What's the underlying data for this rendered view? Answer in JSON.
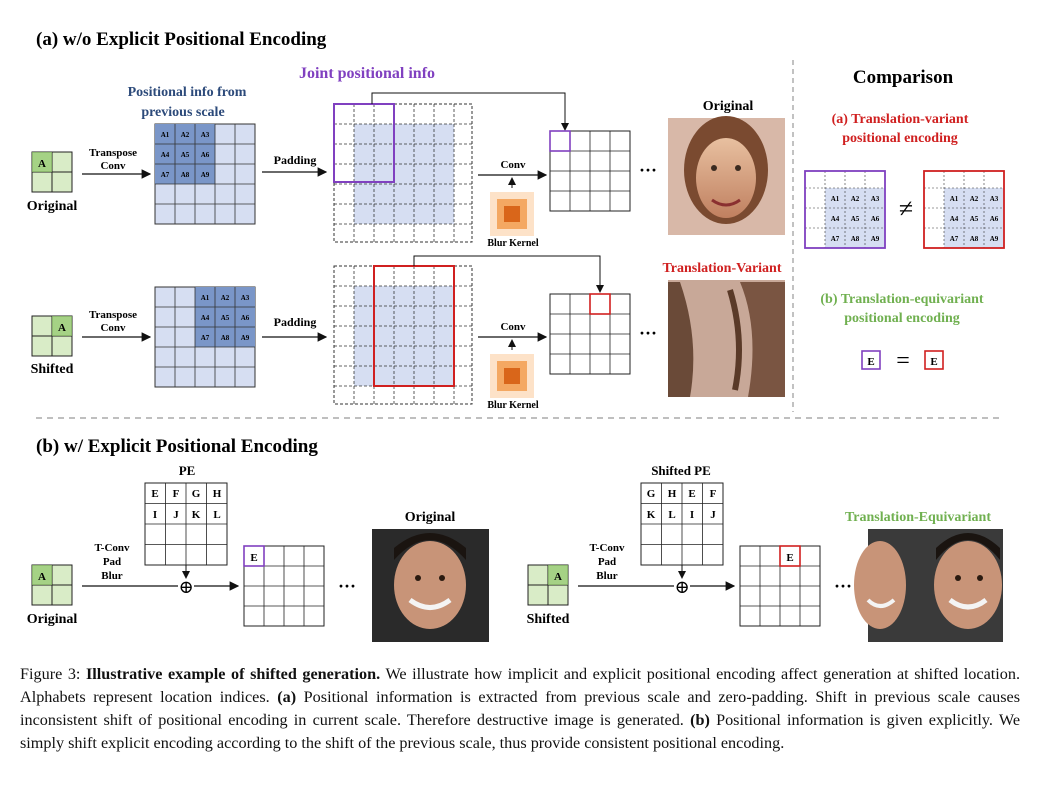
{
  "section_a": {
    "title": "(a) w/o Explicit Positional Encoding",
    "pos_info_line1": "Positional  info from",
    "pos_info_line2": "previous scale",
    "joint_pos": "Joint positional info",
    "transpose_conv_1": "Transpose",
    "transpose_conv_2": "Conv",
    "padding": "Padding",
    "conv": "Conv",
    "blur_kernel": "Blur Kernel",
    "original": "Original",
    "shifted": "Shifted",
    "result_original": "Original",
    "result_shifted": "Translation-Variant",
    "input_letter": "A",
    "dots": "···"
  },
  "cells": [
    "A1",
    "A2",
    "A3",
    "A4",
    "A5",
    "A6",
    "A7",
    "A8",
    "A9"
  ],
  "comparison": {
    "title": "Comparison",
    "variant_line1": "(a) Translation-variant",
    "variant_line2": "positional encoding",
    "neq": "≠",
    "equivariant_line1": "(b) Translation-equivariant",
    "equivariant_line2": "positional encoding",
    "eq": "=",
    "letter": "E"
  },
  "section_b": {
    "title": "(b) w/ Explicit Positional Encoding",
    "pe_label": "PE",
    "pe_row1": [
      "E",
      "F",
      "G",
      "H"
    ],
    "pe_row2": [
      "I",
      "J",
      "K",
      "L"
    ],
    "shifted_pe_label": "Shifted PE",
    "spe_row1": [
      "G",
      "H",
      "E",
      "F"
    ],
    "spe_row2": [
      "K",
      "L",
      "I",
      "J"
    ],
    "ops_1": "T-Conv",
    "ops_2": "Pad",
    "ops_3": "Blur",
    "original": "Original",
    "shifted": "Shifted",
    "result_original": "Original",
    "result_equivariant": "Translation-Equivariant",
    "out_letter": "E",
    "input_letter": "A",
    "plus": "⊕",
    "dots": "···"
  },
  "colors": {
    "purple": "#8040c0",
    "red": "#d02020",
    "green": "#70b050",
    "navy": "#2c4a7a",
    "blue_fill": "#d6def2",
    "blue_dark": "#7a96c8",
    "green_fill": "#d9ecc7",
    "orange_dark": "#d9661a",
    "orange_mid": "#f4a862",
    "orange_light": "#fde2c8"
  },
  "caption": {
    "label": "Figure 3:",
    "bold": "Illustrative example of shifted generation.",
    "text1": "We illustrate how implicit and explicit positional encoding affect generation at shifted location. Alphabets represent location indices.",
    "a_label": "(a)",
    "text2": "Positional information is extracted from previous scale and zero-padding. Shift in previous scale causes inconsistent shift of positional encoding in current scale. Therefore destructive image is generated.",
    "b_label": "(b)",
    "text3": "Positional information is given explicitly. We simply shift explicit encoding according to the shift of the previous scale, thus provide consistent positional encoding."
  }
}
